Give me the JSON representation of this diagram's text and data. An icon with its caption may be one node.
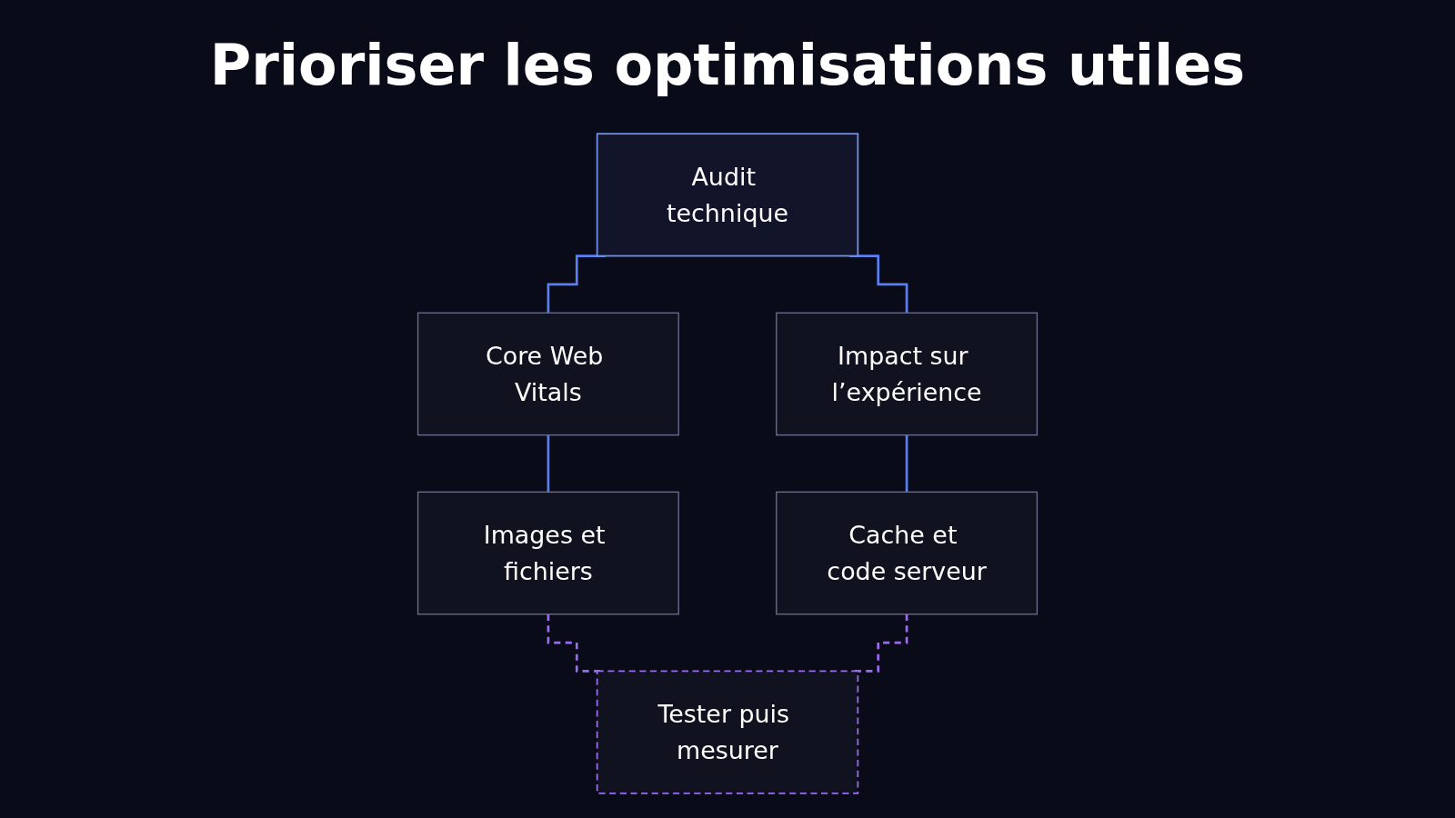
{
  "diagram": {
    "title": "Prioriser les optimisations utiles",
    "nodes": [
      {
        "text": [
          "Audit technique"
        ]
      },
      {
        "text": [
          "Core Web Vitals"
        ]
      },
      {
        "text": [
          "Impact sur l’expérience"
        ]
      },
      {
        "text": [
          "Images et fichiers"
        ]
      },
      {
        "text": [
          "Cache et code serveur"
        ]
      },
      {
        "text": [
          "Tester puis mesurer"
        ]
      }
    ],
    "edges": [
      {
        "from": 0,
        "to": 1,
        "arrow": "none"
      },
      {
        "from": 0,
        "to": 2,
        "arrow": "none"
      },
      {
        "from": 1,
        "to": 3,
        "arrow": "none"
      },
      {
        "from": 2,
        "to": 4,
        "arrow": "none"
      },
      {
        "from": 3,
        "to": 5,
        "arrow": "none",
        "style": "dashed",
        "color": "#9b6cf0"
      },
      {
        "from": 4,
        "to": 5,
        "arrow": "none",
        "style": "dashed",
        "color": "#9b6cf0"
      }
    ]
  }
}
